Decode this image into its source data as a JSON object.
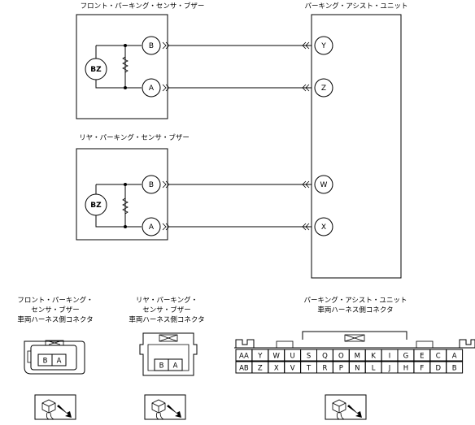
{
  "labels": {
    "front_buzzer": "フロント・パーキング・センサ・ブザー",
    "parking_assist_unit": "パーキング・アシスト・ユニット",
    "rear_buzzer": "リヤ・パーキング・センサ・ブザー",
    "bz": "BZ"
  },
  "front_pins": [
    "B",
    "A"
  ],
  "rear_pins": [
    "B",
    "A"
  ],
  "unit_pins": [
    "Y",
    "Z",
    "W",
    "X"
  ],
  "connectors": {
    "front": [
      "フロント・パーキング・",
      "センサ・ブザー",
      "車両ハーネス側コネクタ"
    ],
    "rear": [
      "リヤ・パーキング・",
      "センサ・ブザー",
      "車両ハーネス側コネクタ"
    ],
    "unit": [
      "パーキング・アシスト・ユニット",
      "車両ハーネス側コネクタ"
    ],
    "front_pins": [
      "B",
      "A"
    ],
    "rear_pins": [
      "B",
      "A"
    ],
    "unit_top_row": [
      "AA",
      "Y",
      "W",
      "U",
      "S",
      "Q",
      "O",
      "M",
      "K",
      "I",
      "G",
      "E",
      "C",
      "A"
    ],
    "unit_bottom_row": [
      "AB",
      "Z",
      "X",
      "V",
      "T",
      "R",
      "P",
      "N",
      "L",
      "J",
      "H",
      "F",
      "D",
      "B"
    ]
  }
}
